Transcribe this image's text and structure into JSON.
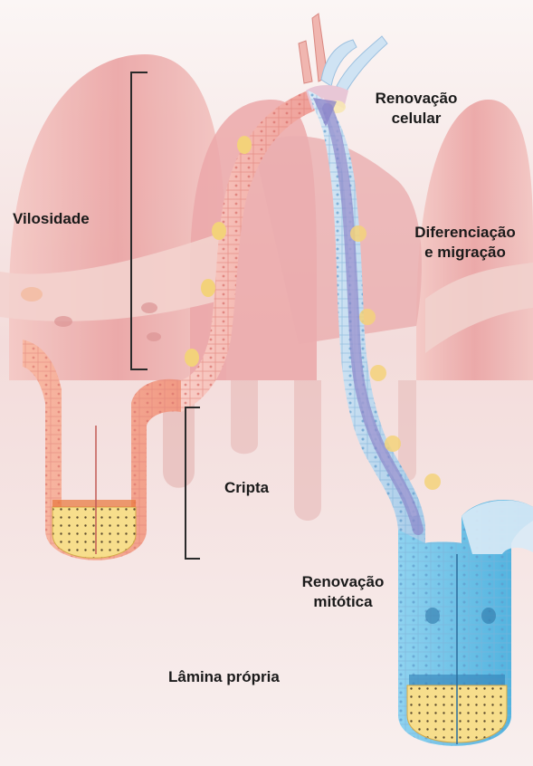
{
  "labels": {
    "renovacao_celular_1": "Renovação",
    "renovacao_celular_2": "celular",
    "vilosidade": "Vilosidade",
    "diferenciacao_1": "Diferenciação",
    "diferenciacao_2": "e migração",
    "cripta": "Cripta",
    "renovacao_mitotica_1": "Renovação",
    "renovacao_mitotica_2": "mitótica",
    "lamina_propria": "Lâmina própria"
  },
  "colors": {
    "background": "#f7f1ef",
    "villus_tissue": "#f0b8b4",
    "epithelium_pink": "#f5b2ad",
    "epithelium_blue": "#bcd9ef",
    "crypt_blue": "#6cc3e8",
    "stem_zone_yellow": "#f6dc8a",
    "migration_arrow": "#8c86c9",
    "bracket": "#2a2a2a"
  }
}
